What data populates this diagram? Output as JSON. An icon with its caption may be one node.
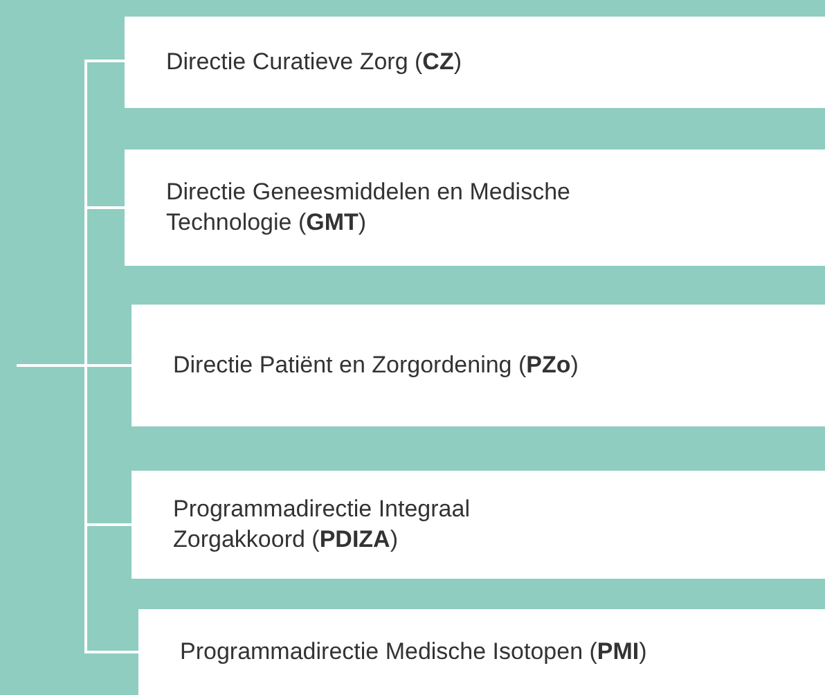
{
  "diagram": {
    "nodes": [
      {
        "text": [
          "Directie Curatieve Zorg (**CZ**)"
        ]
      },
      {
        "text": [
          "Directie Geneesmiddelen en Medische Technologie (**GMT**)"
        ]
      },
      {
        "text": [
          "Directie Patiënt en Zorgordening (**PZo**)"
        ]
      },
      {
        "text": [
          "Programmadirectie Integraal Zorgakkoord (**PDIZA**)"
        ]
      },
      {
        "text": [
          "Programmadirectie Medische Isotopen (**PMI**)"
        ]
      }
    ],
    "edges": [
      {
        "from": null,
        "to": 0,
        "arrow": "none"
      },
      {
        "from": null,
        "to": 1,
        "arrow": "none"
      },
      {
        "from": null,
        "to": 2,
        "arrow": "none"
      },
      {
        "from": null,
        "to": 3,
        "arrow": "none"
      },
      {
        "from": null,
        "to": 4,
        "arrow": "none"
      }
    ]
  }
}
